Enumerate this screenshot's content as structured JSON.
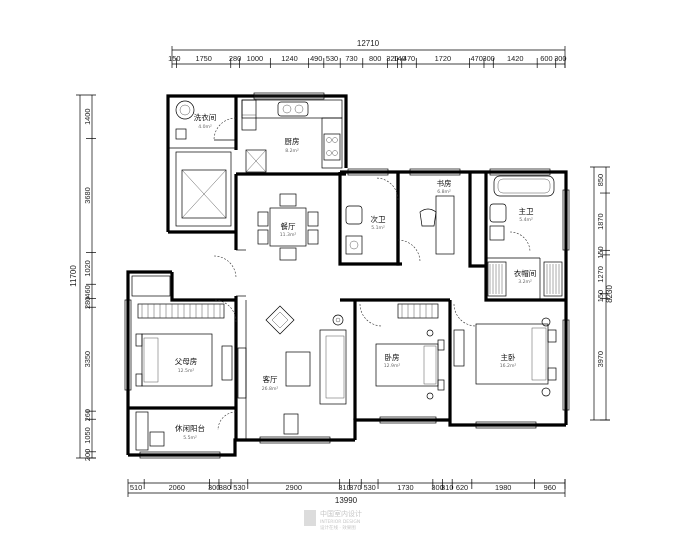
{
  "dims": {
    "top_total": "12710",
    "top": [
      "150",
      "1750",
      "280",
      "1000",
      "1240",
      "490",
      "530",
      "730",
      "800",
      "320",
      "140",
      "470",
      "1720",
      "470",
      "300",
      "1420",
      "600",
      "300"
    ],
    "left_total": "11700",
    "left": [
      "1400",
      "3680",
      "1020",
      "460",
      "280",
      "3350",
      "260",
      "1050",
      "200"
    ],
    "right_total": "8230",
    "right": [
      "850",
      "1870",
      "150",
      "1270",
      "150",
      "3970"
    ],
    "bottom_total": "13990",
    "bottom": [
      "510",
      "2060",
      "300",
      "380",
      "530",
      "2900",
      "310",
      "370",
      "530",
      "1730",
      "300",
      "310",
      "620",
      "1980",
      "960"
    ]
  },
  "rooms": {
    "laundry": {
      "label": "洗衣间",
      "area": "4.0m²"
    },
    "kitchen": {
      "label": "厨房",
      "area": "8.2m²"
    },
    "dining": {
      "label": "餐厅",
      "area": "11.3m²"
    },
    "guest_bath": {
      "label": "次卫",
      "area": "5.1m²"
    },
    "study": {
      "label": "书房",
      "area": "6.8m²"
    },
    "master_bath": {
      "label": "主卫",
      "area": "5.4m²"
    },
    "cloakroom": {
      "label": "衣帽间",
      "area": "3.2m²"
    },
    "elder_room": {
      "label": "父母房",
      "area": "12.5m²"
    },
    "living": {
      "label": "客厅",
      "area": "26.8m²"
    },
    "second_bed": {
      "label": "卧房",
      "area": "12.9m²"
    },
    "master_bed": {
      "label": "主卧",
      "area": "16.2m²"
    },
    "balcony": {
      "label": "休闲阳台",
      "area": "5.5m²"
    }
  },
  "watermark": {
    "name": "中国室内设计",
    "line1": "INTERIOR DESIGN",
    "line2": "设计在线 · 效果图"
  },
  "colors": {
    "wall": "#000000",
    "line": "#333333",
    "background": "#ffffff"
  }
}
